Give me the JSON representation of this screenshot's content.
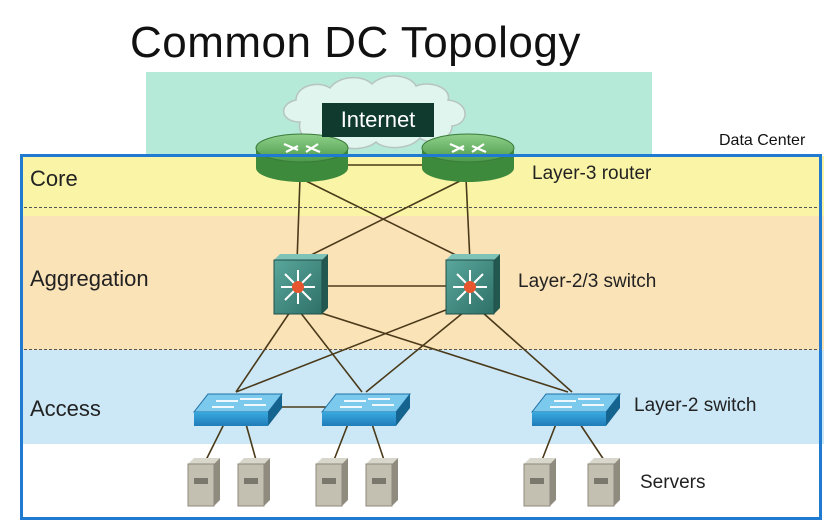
{
  "title": "Common DC Topology",
  "internet_label": "Internet",
  "data_center_label": "Data Center",
  "tiers": {
    "core": "Core",
    "aggregation": "Aggregation",
    "access": "Access"
  },
  "device_labels": {
    "router": "Layer-3 router",
    "l23_switch": "Layer-2/3 switch",
    "l2_switch": "Layer-2 switch",
    "servers": "Servers"
  },
  "colors": {
    "internet_band": "#b6ead8",
    "core_band": "#faf5a6",
    "aggregation_band": "#fbe3b8",
    "access_band": "#cce8f7",
    "dc_border": "#1f7ad0",
    "router": "#5fb05f",
    "l23_switch": "#3f8f86",
    "l2_switch": "#2d9fd9",
    "server": "#b8b4a6"
  }
}
